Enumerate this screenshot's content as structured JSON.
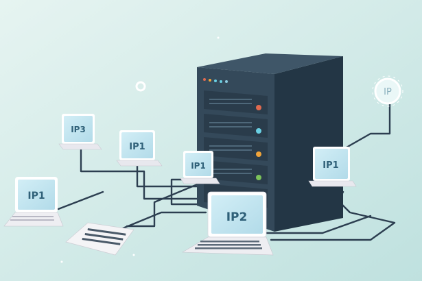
{
  "colors": {
    "background_start": "#e3f2ef",
    "background_end": "#bfe2e0",
    "server_front": "#34495a",
    "server_side": "#243746",
    "server_top": "#3f5668",
    "screen": "#c4e7f1",
    "laptop_body": "#eeeef2",
    "cable": "#2c3e50",
    "led_red": "#e06a4f",
    "led_cyan": "#6ad0e3",
    "led_orange": "#f0a43a",
    "led_green": "#7cc35a",
    "led_blue": "#8ccbe0"
  },
  "icons": {
    "server": "server-rack-icon",
    "cloud_ip": "ip-circle-icon"
  },
  "labels": {
    "laptop_far_left": "IP1",
    "monitor_left_top": "IP3",
    "monitor_mid_top": "IP1",
    "monitor_center": "IP1",
    "laptop_center": "IP2",
    "monitor_right": "IP1",
    "ip_bubble": "IP"
  }
}
